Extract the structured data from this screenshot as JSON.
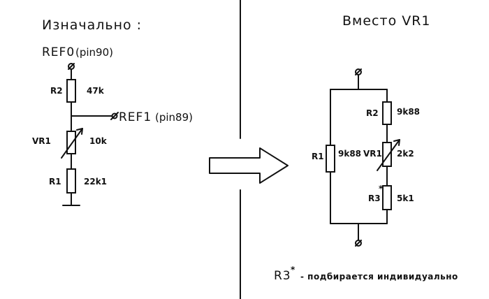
{
  "left": {
    "title": "Изначально :",
    "top_net": "REF0",
    "top_pin": "(pin90)",
    "out_net": "REF1",
    "out_pin": "(pin89)",
    "r2": {
      "name": "R2",
      "value": "47k"
    },
    "vr1": {
      "name": "VR1",
      "value": "10k"
    },
    "r1": {
      "name": "R1",
      "value": "22k1"
    }
  },
  "right": {
    "title": "Вместо VR1",
    "r1": {
      "name": "R1",
      "value": "9k88"
    },
    "r2": {
      "name": "R2",
      "value": "9k88"
    },
    "vr1": {
      "name": "VR1",
      "value": "2k2"
    },
    "r3": {
      "name": "R3",
      "mark": "*",
      "value": "5k1"
    }
  },
  "note": {
    "ref": "R3",
    "mark": "*",
    "text": "- подбирается индивидуально"
  },
  "colors": {
    "ink": "#111111",
    "background": "#ffffff"
  }
}
